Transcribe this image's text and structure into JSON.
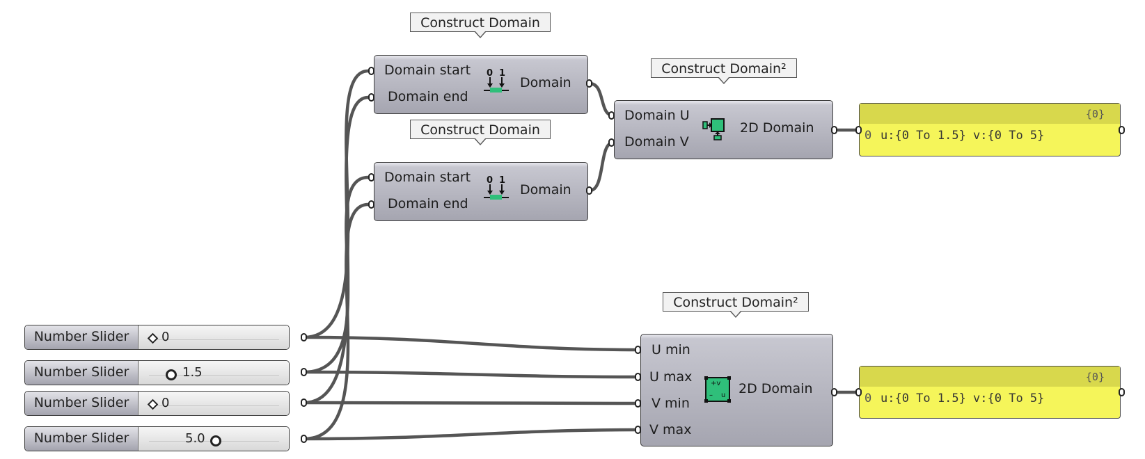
{
  "callouts": {
    "domain_a": "Construct Domain",
    "domain_b": "Construct Domain",
    "domain2_a": "Construct Domain²",
    "domain2_b": "Construct Domain²"
  },
  "construct_domain_a": {
    "in1": "Domain start",
    "in2": "Domain end",
    "out": "Domain",
    "icon": "construct-domain-icon"
  },
  "construct_domain_b": {
    "in1": "Domain start",
    "in2": "Domain end",
    "out": "Domain",
    "icon": "construct-domain-icon"
  },
  "construct_domain2_a": {
    "in1": "Domain U",
    "in2": "Domain V",
    "out": "2D Domain",
    "icon": "construct-domain2-icon"
  },
  "construct_domain2_b": {
    "in1": "U min",
    "in2": "U max",
    "in3": "V min",
    "in4": "V max",
    "out": "2D Domain",
    "icon": "construct-domain2-numbers-icon"
  },
  "sliders": [
    {
      "label": "Number Slider",
      "value": "0",
      "knob": "diamond"
    },
    {
      "label": "Number Slider",
      "value": "1.5",
      "knob": "circle"
    },
    {
      "label": "Number Slider",
      "value": "0",
      "knob": "diamond"
    },
    {
      "label": "Number Slider",
      "value": "5.0",
      "knob": "circle"
    }
  ],
  "panels": [
    {
      "path": "{0}",
      "index": "0",
      "value": "u:{0 To 1.5} v:{0 To 5}"
    },
    {
      "path": "{0}",
      "index": "0",
      "value": "u:{0 To 1.5} v:{0 To 5}"
    }
  ],
  "colors": {
    "wire": "#555555",
    "panel": "#f5f55a",
    "panel_header": "#d8d84c",
    "icon_green": "#2fbf7a",
    "component": "#b4b4be"
  }
}
